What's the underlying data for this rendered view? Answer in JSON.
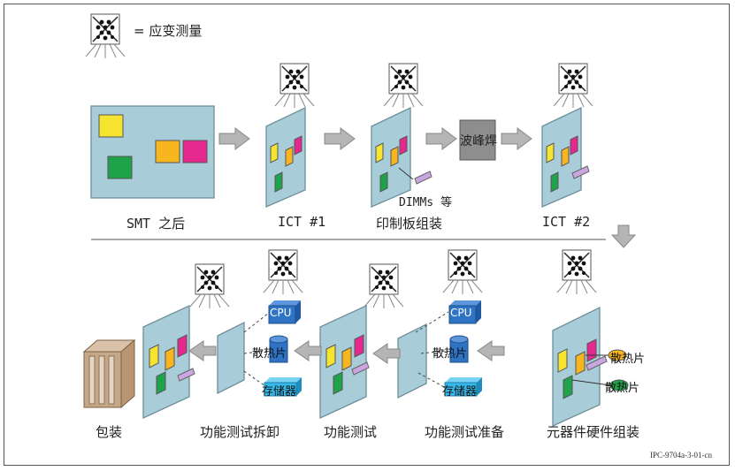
{
  "legend": {
    "symbol": "strain-gauge-icon",
    "text": "= 应变测量"
  },
  "top_row": {
    "smt": "SMT 之后",
    "ict1": "ICT #1",
    "pcba": "印制板组装",
    "wave": "波峰焊",
    "dimms": "DIMMs 等",
    "ict2": "ICT #2"
  },
  "bottom_row": {
    "assembly": "元器件硬件组装",
    "heatsink_a": "散热片",
    "heatsink_b": "散热片",
    "prep": "功能测试准备",
    "cpu_a": "CPU",
    "heatsink_c": "散热片",
    "memory_a": "存储器",
    "functest": "功能测试",
    "teardown": "功能测试拆卸",
    "cpu_b": "CPU",
    "heatsink_d": "散热片",
    "memory_b": "存储器",
    "packaging": "包装"
  },
  "footer": {
    "code": "IPC-9704a-3-01-cn"
  },
  "colors": {
    "board": "#a9cdd8",
    "yellow": "#f7e431",
    "orange": "#f7b520",
    "magenta": "#e5288e",
    "green": "#1fa34a",
    "lavender": "#c9a6e0",
    "cpu": "#2f73c4",
    "memory": "#37b8e8",
    "arrow": "#b5b5b5",
    "wave": "#8e8e8e"
  }
}
